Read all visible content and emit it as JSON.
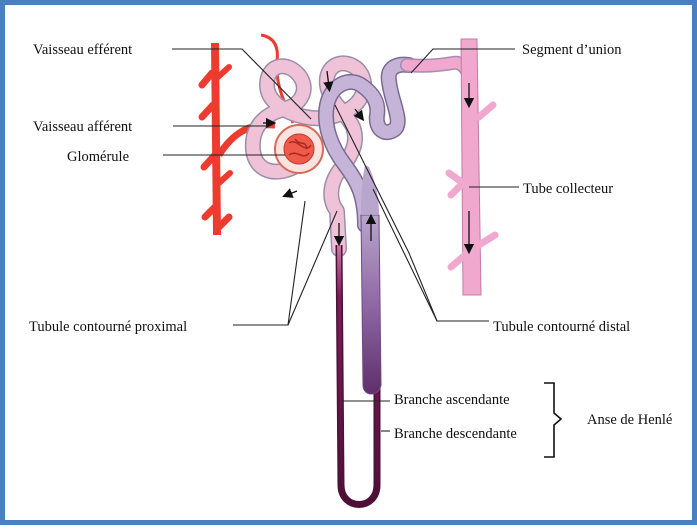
{
  "diagram": {
    "labels": {
      "efferent": "Vaisseau efférent",
      "afferent": "Vaisseau afférent",
      "glomerule": "Glomérule",
      "proximal": "Tubule contourné proximal",
      "segment_union": "Segment d’union",
      "collecteur": "Tube collecteur",
      "distal": "Tubule contourné distal",
      "ascendante": "Branche ascendante",
      "descendante": "Branche descendante",
      "henle": "Anse de Henlé"
    },
    "colors": {
      "frame": "#4a7fc1",
      "vessel": "#ee3b2f",
      "tubule": "#e9aac8",
      "collecting_duct": "#f0a8cf",
      "distal": "#a98fbf",
      "descending_limb": "#6e1650",
      "ascending_limb": "#8a62a0"
    }
  }
}
